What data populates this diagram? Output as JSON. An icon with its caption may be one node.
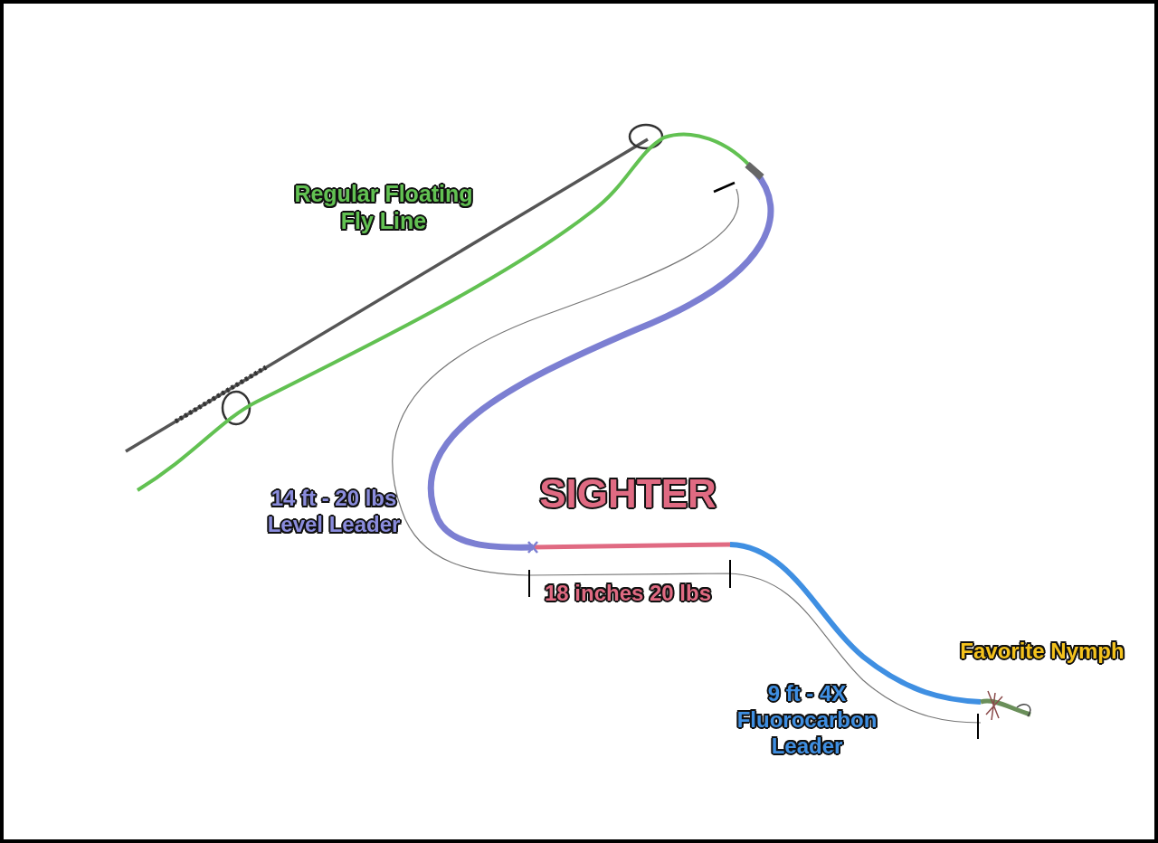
{
  "diagram": {
    "labels": [
      "Regular Floating Fly Line",
      "14 ft - 20 lbs Level Leader",
      "SIGHTER",
      "18 inches 20 lbs",
      "9 ft - 4X Fluorocarbon Leader",
      "Favorite Nymph"
    ]
  }
}
